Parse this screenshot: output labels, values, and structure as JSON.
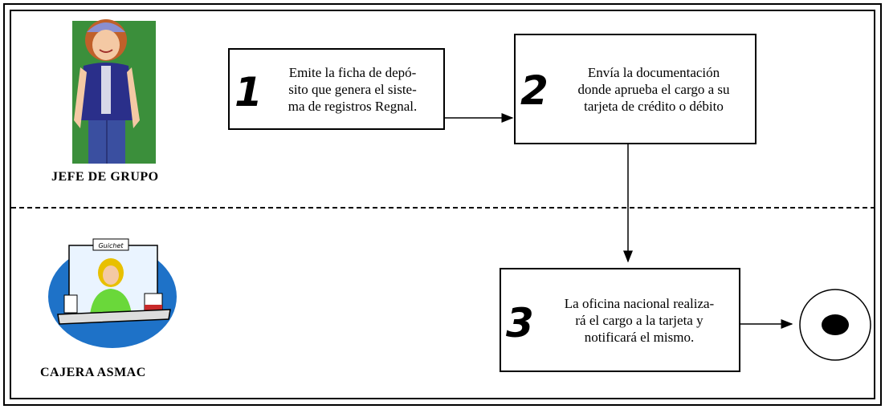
{
  "lanes": [
    {
      "label": "JEFE DE GRUPO"
    },
    {
      "label": "CAJERA ASMAC"
    }
  ],
  "steps": [
    {
      "number": "1",
      "text": "Emite la ficha de depó-\nsito que genera el siste-\nma de registros Regnal."
    },
    {
      "number": "2",
      "text": "Envía la documentación\ndonde aprueba el cargo a su\ntarjeta de crédito o débito"
    },
    {
      "number": "3",
      "text": "La oficina nacional realiza-\nrá el cargo a la tarjeta y\nnotificará el mismo."
    }
  ],
  "clipart": {
    "guichet_sign": "Guichet"
  },
  "icons": [
    "person-icon",
    "cashier-icon",
    "end-node-icon",
    "arrow-icon"
  ]
}
